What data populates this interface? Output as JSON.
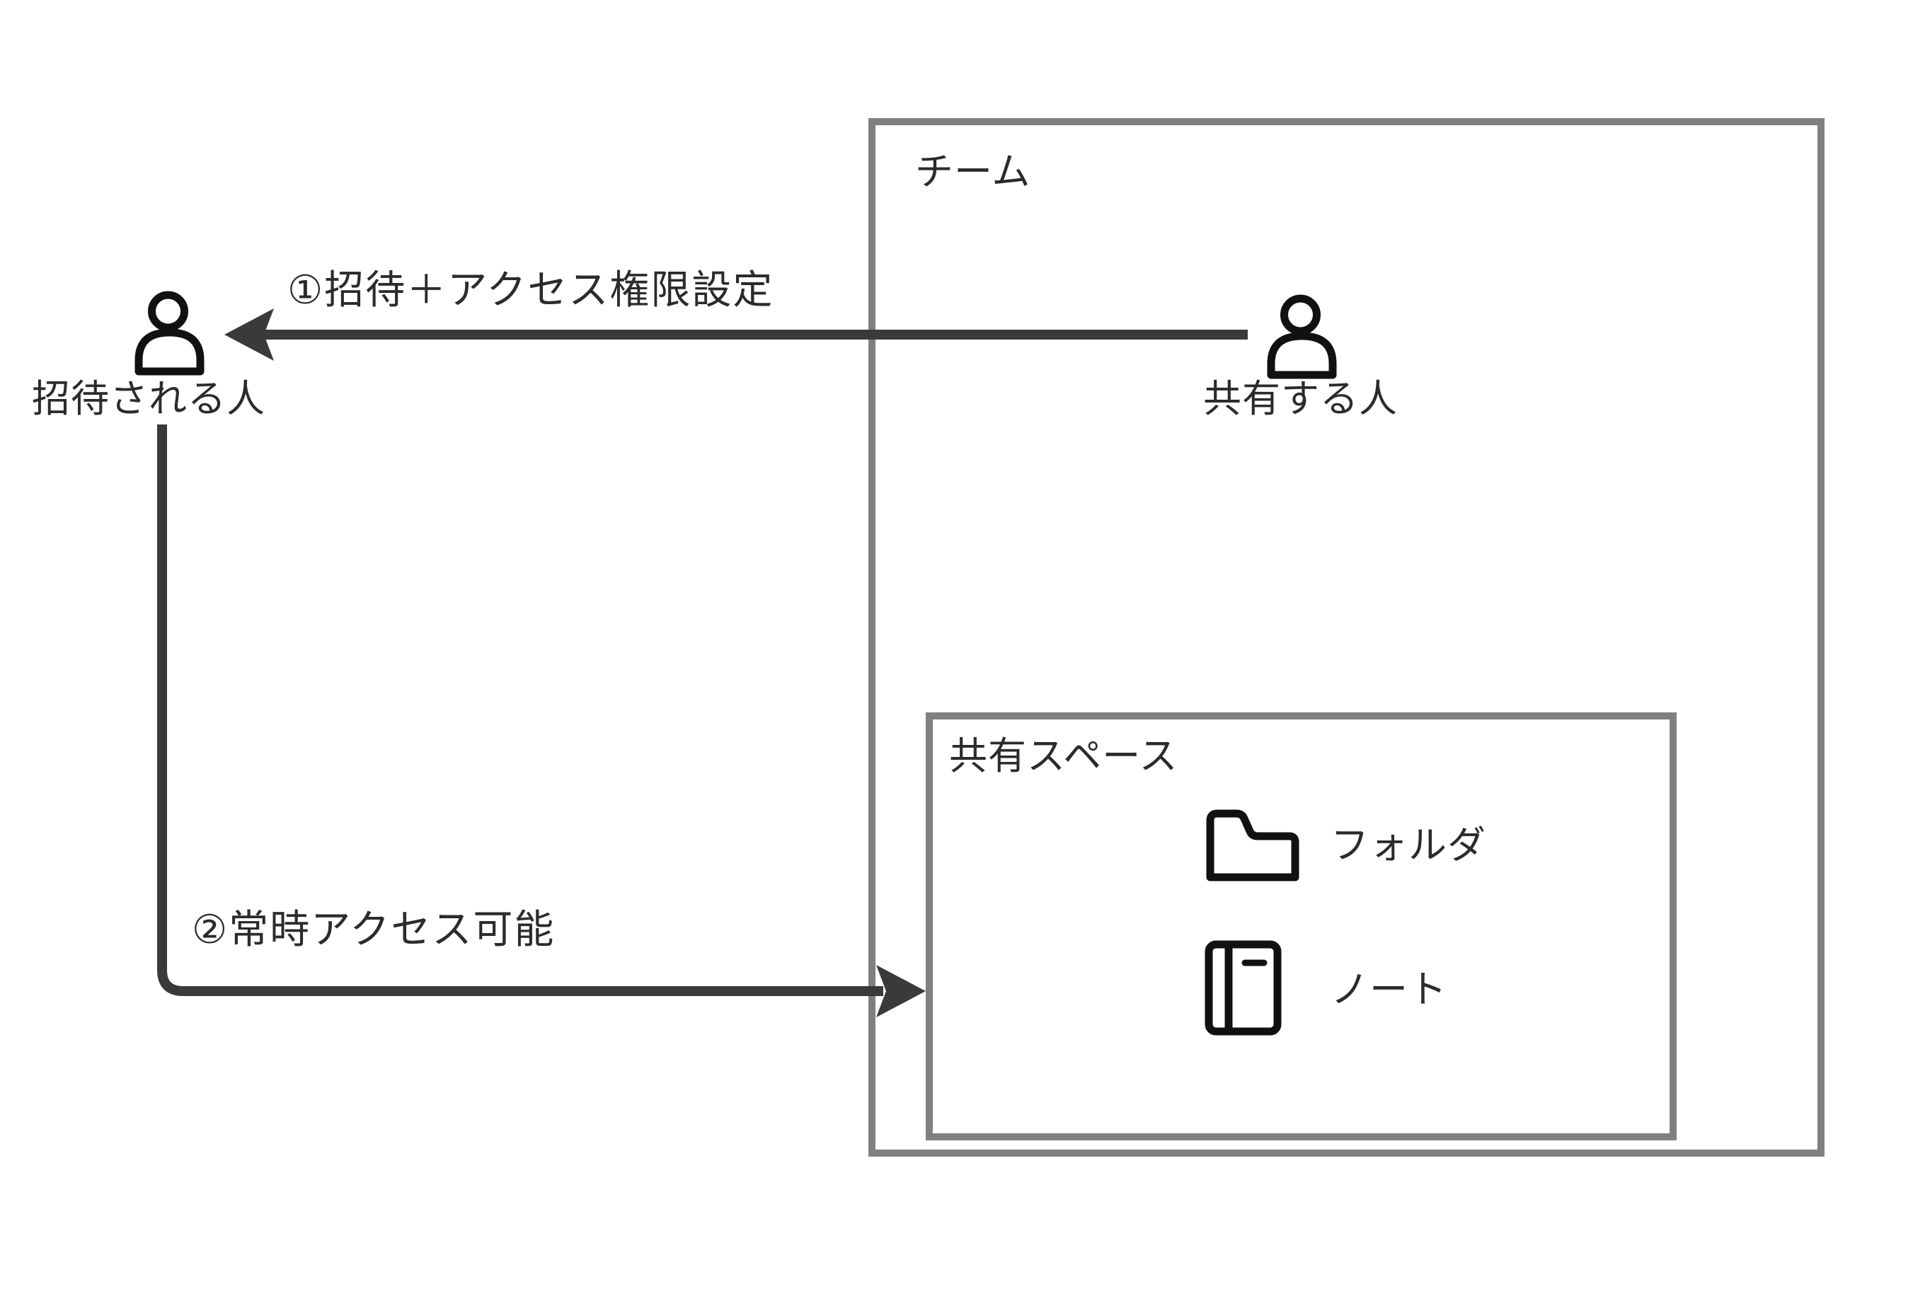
{
  "diagram": {
    "team_box": {
      "label": "チーム"
    },
    "shared_space_box": {
      "label": "共有スペース"
    },
    "items": {
      "folder_label": "フォルダ",
      "note_label": "ノート"
    },
    "actors": {
      "invitee_label": "招待される人",
      "sharer_label": "共有する人"
    },
    "arrows": {
      "invite_label": "①招待＋アクセス権限設定",
      "access_label": "②常時アクセス可能"
    }
  },
  "colors": {
    "background": "#ffffff",
    "box_border": "#808080",
    "arrow": "#3a3a3a",
    "icon": "#111111",
    "text": "#2b2b2b"
  }
}
